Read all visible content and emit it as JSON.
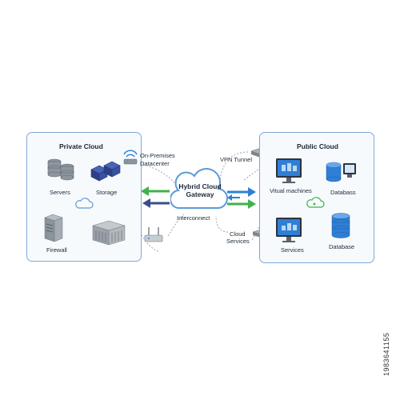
{
  "private_cloud": {
    "title": "Private Cloud",
    "servers": "Servers",
    "storage": "Storage",
    "firewall": "Firewall"
  },
  "public_cloud": {
    "title": "Public Cloud",
    "virtual_machines": "Vitual machines",
    "database_top": "Databass",
    "services": "Services",
    "database_bottom": "Database"
  },
  "center": {
    "on_premises": "On-Premises",
    "datacenter": "Datacenter",
    "gateway_line1": "Hybrid Cloud",
    "gateway_line2": "Gateway",
    "interconnect": "Interconnect",
    "vpn_tunnel": "VPN Tunnel",
    "cloud_services_line1": "Cloud",
    "cloud_services_line2": "Services"
  },
  "side_text": "1983641155",
  "colors": {
    "panel_border": "#7fa9d8",
    "arrow_green": "#3fb24a",
    "arrow_blue": "#2f7fd6",
    "arrow_navy": "#3a4f86",
    "gateway_stroke": "#5b9bd8"
  }
}
